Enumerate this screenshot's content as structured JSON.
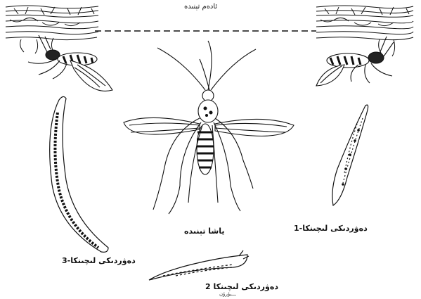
{
  "labels": {
    "top_caption": "ئادەم تېنىدە",
    "center_caption": "ياشا تېنىدە",
    "stage_1": "1-دەۋردىكى لىچىنكا",
    "stage_2": "2 دەۋردىكى لىچىنكا",
    "stage_2_sub": "ـــبۇرۇن",
    "stage_3": "3-دەۋردىكى لىچىنكا"
  }
}
